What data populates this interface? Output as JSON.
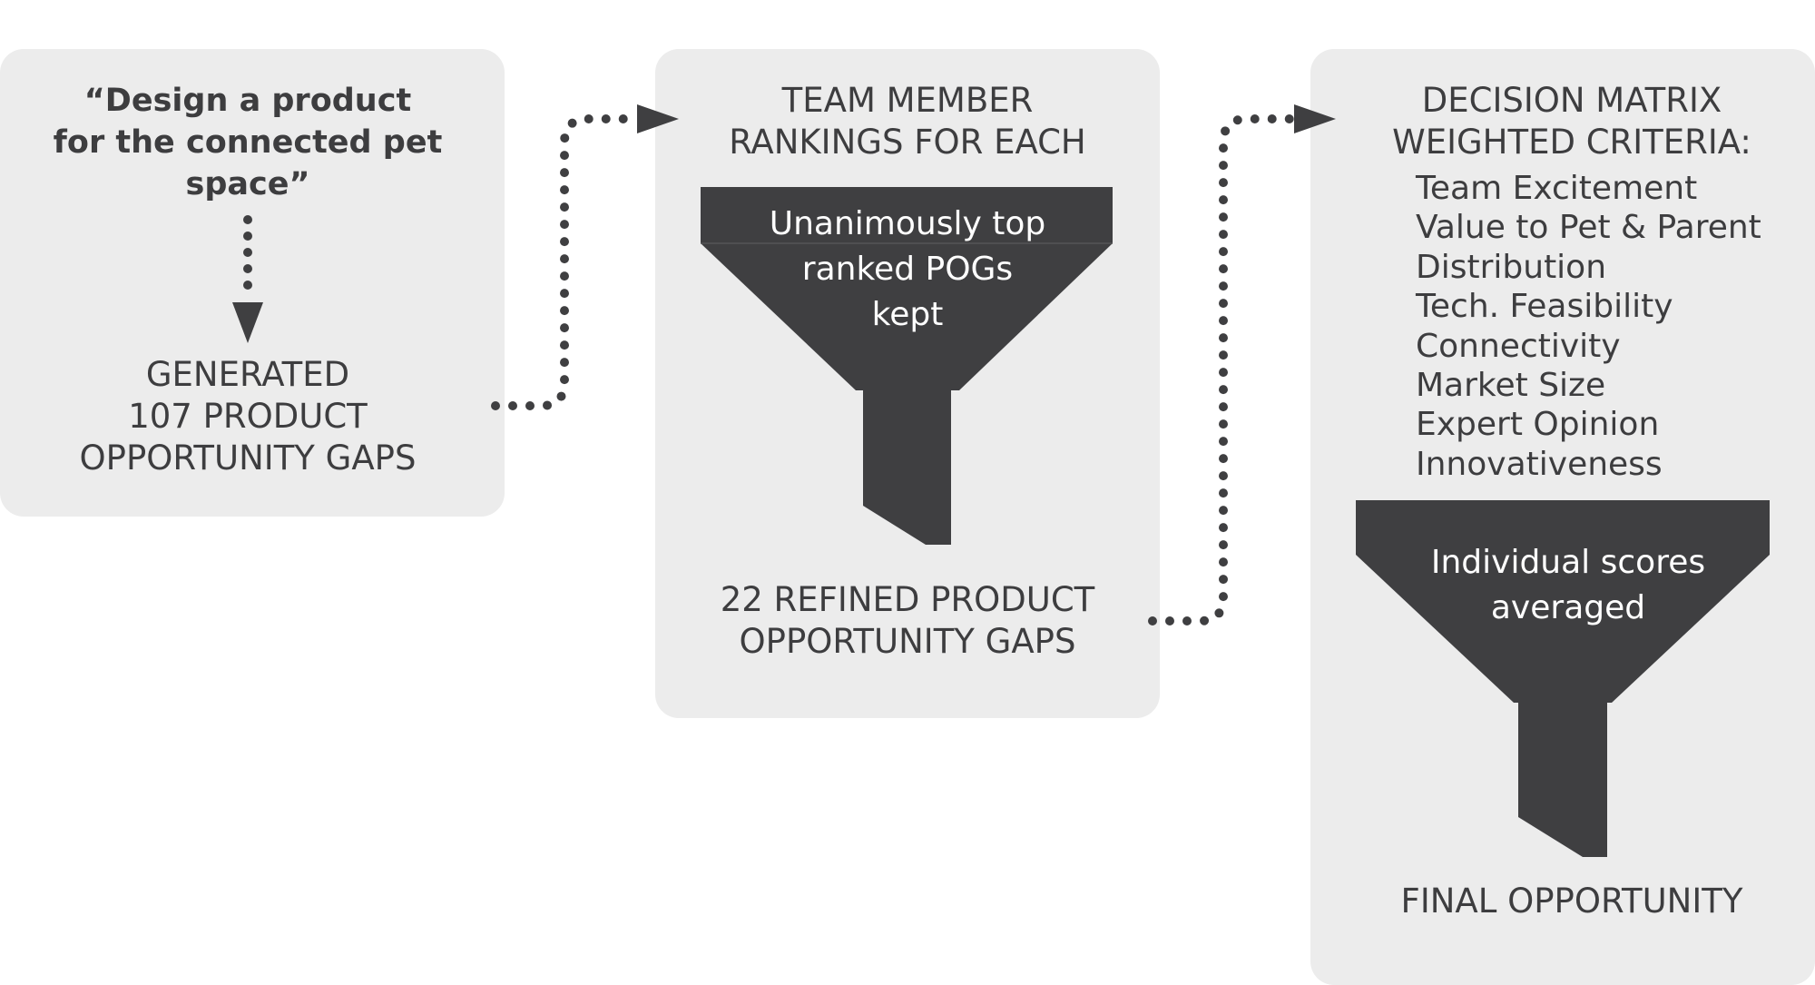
{
  "step1": {
    "prompt": "“Design a product\nfor the connected pet\nspace”",
    "result": "GENERATED\n107 PRODUCT\nOPPORTUNITY GAPS"
  },
  "step2": {
    "title": "TEAM MEMBER\nRANKINGS FOR EACH",
    "funnel_label": "Unanimously top\nranked POGs\nkept",
    "result": "22 REFINED PRODUCT\nOPPORTUNITY GAPS"
  },
  "step3": {
    "title": "DECISION MATRIX\nWEIGHTED CRITERIA:",
    "criteria": [
      "Team Excitement",
      "Value to Pet & Parent",
      "Distribution",
      "Tech. Feasibility",
      "Connectivity",
      "Market Size",
      "Expert Opinion",
      "Innovativeness"
    ],
    "funnel_label": "Individual scores\naveraged",
    "result": "FINAL OPPORTUNITY"
  },
  "colors": {
    "panel": "#ececec",
    "funnel": "#3f3f41",
    "text": "#3d3d3f",
    "connector": "#3f3f41"
  }
}
